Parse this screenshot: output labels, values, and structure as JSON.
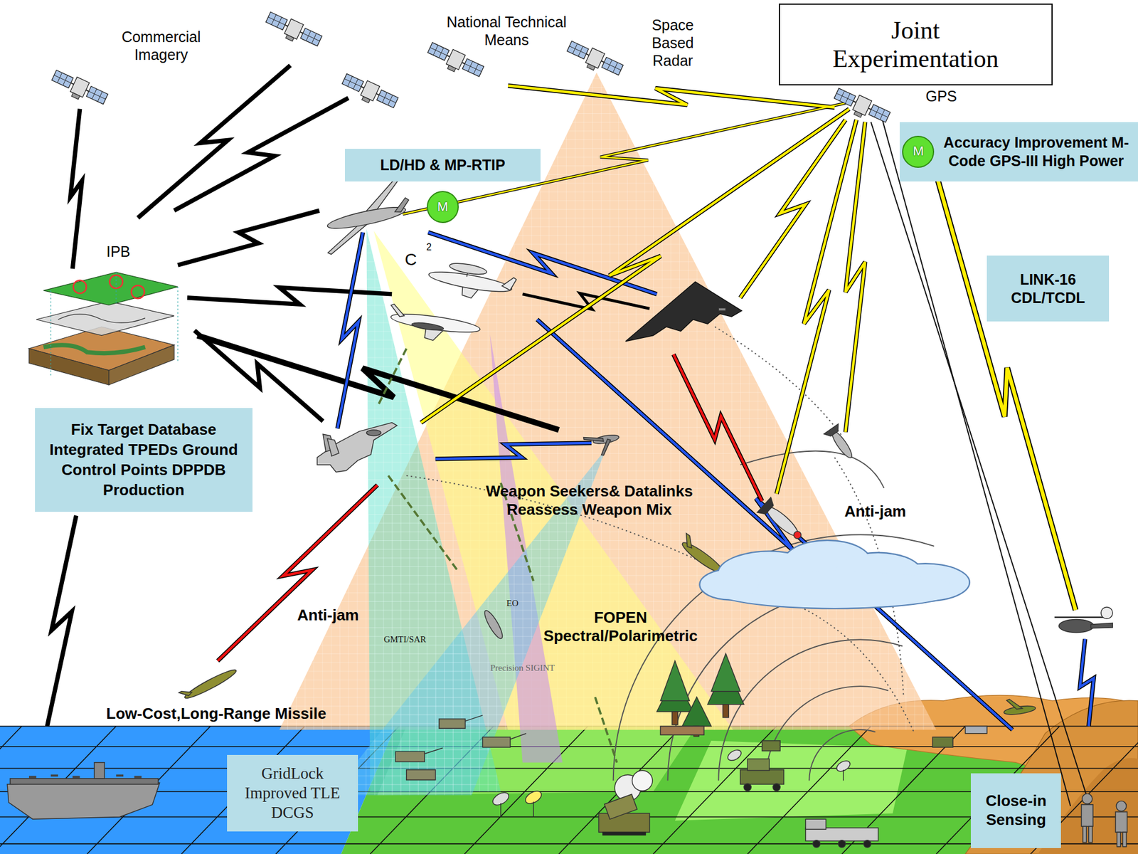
{
  "diagram": {
    "nodes": [
      {
        "text": [
          "Joint Experimentation"
        ]
      },
      {
        "text": [
          "Accuracy Improvement M-Code GPS-III High Power"
        ]
      },
      {
        "text": [
          "M"
        ],
        "in": 1
      },
      {
        "text": [
          "LD/HD & MP-RTIP"
        ]
      },
      {
        "text": [
          "M"
        ]
      },
      {
        "text": [
          "LINK-16 CDL/TCDL"
        ]
      },
      {
        "text": [
          "Fix Target Database Integrated TPEDs Ground Control Points DPPDB Production"
        ]
      },
      {
        "text": [
          "GridLock Improved TLE DCGS"
        ]
      },
      {
        "text": [
          "Close-in Sensing"
        ]
      }
    ],
    "labels": [
      "Commercial Imagery",
      "National Technical Means",
      "Space Based Radar",
      "GPS",
      "IPB",
      "C",
      "2",
      "Weapon Seekers& Datalinks Reassess Weapon Mix",
      "Anti-jam",
      "Anti-jam",
      "EO",
      "FOPEN Spectral/Polarimetric",
      "GMTI/SAR",
      "Precision SIGINT",
      "Low-Cost,Long-Range Missile"
    ]
  }
}
